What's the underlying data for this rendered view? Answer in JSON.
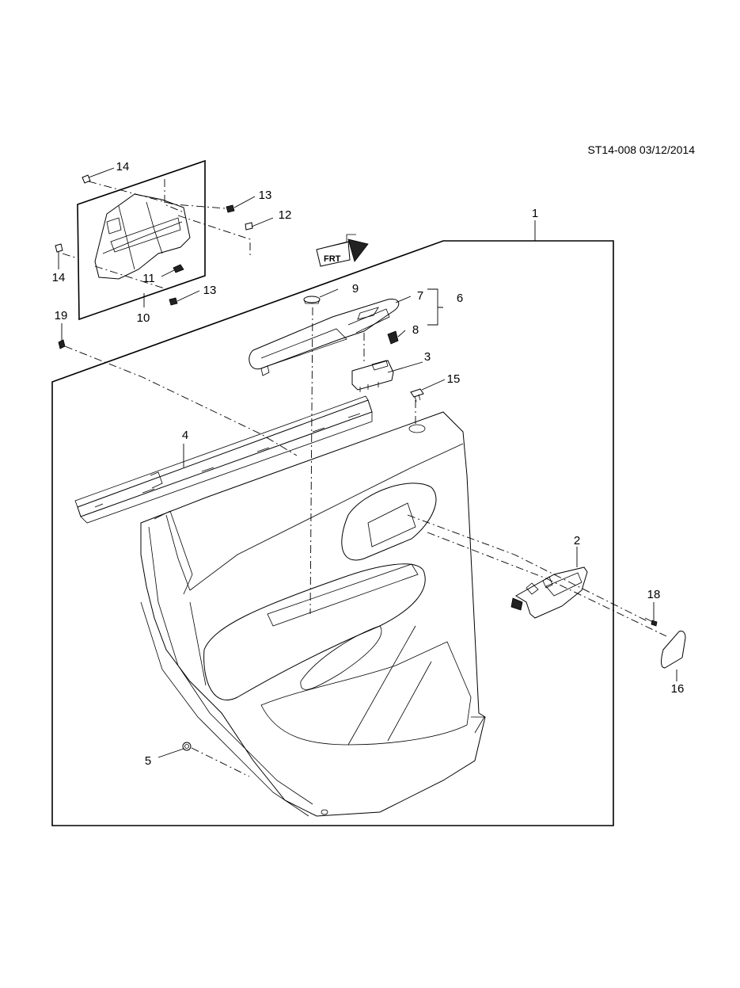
{
  "diagram": {
    "header_code": "ST14-008 03/12/2014",
    "frt_label": "FRT",
    "callouts": {
      "c1": "1",
      "c2": "2",
      "c3": "3",
      "c4": "4",
      "c5": "5",
      "c6": "6",
      "c7": "7",
      "c8": "8",
      "c9": "9",
      "c10": "10",
      "c11": "11",
      "c12": "12",
      "c13a": "13",
      "c13b": "13",
      "c14a": "14",
      "c14b": "14",
      "c15": "15",
      "c16": "16",
      "c18": "18",
      "c19": "19"
    }
  }
}
